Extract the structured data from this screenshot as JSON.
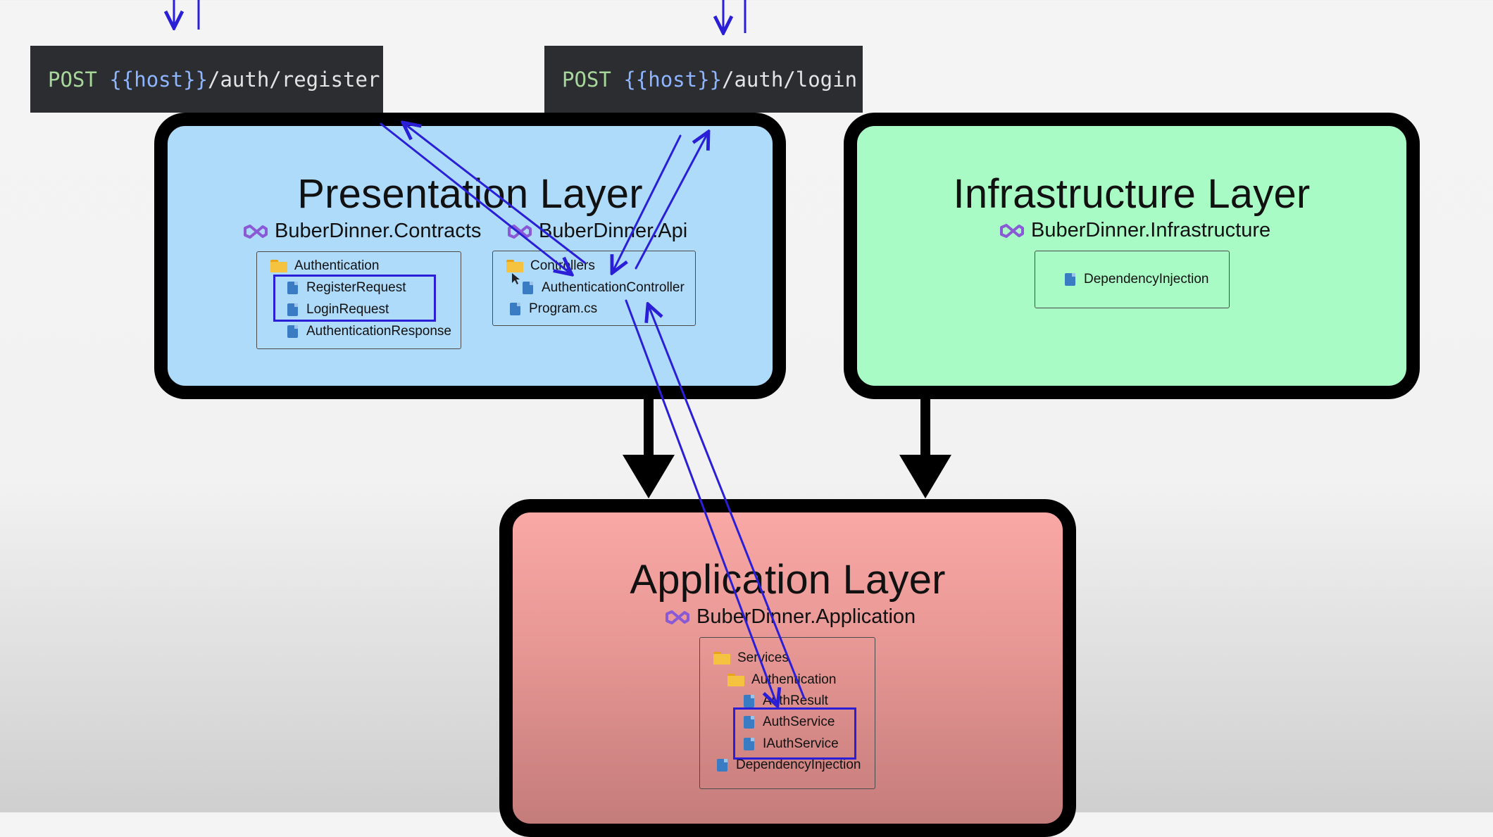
{
  "endpoints": {
    "register": {
      "verb": "POST",
      "host": "{{host}}",
      "path": "/auth/register"
    },
    "login": {
      "verb": "POST",
      "host": "{{host}}",
      "path": "/auth/login"
    }
  },
  "presentation": {
    "title": "Presentation Layer",
    "contracts": {
      "name": "BuberDinner.Contracts",
      "folder": "Authentication",
      "files": [
        "RegisterRequest",
        "LoginRequest",
        "AuthenticationResponse"
      ]
    },
    "api": {
      "name": "BuberDinner.Api",
      "folder": "Controllers",
      "controller": "AuthenticationController",
      "program": "Program.cs"
    }
  },
  "infrastructure": {
    "title": "Infrastructure Layer",
    "project": "BuberDinner.Infrastructure",
    "file": "DependencyInjection"
  },
  "application": {
    "title": "Application Layer",
    "project": "BuberDinner.Application",
    "folder": "Services",
    "subfolder": "Authentication",
    "files": [
      "AuthResult",
      "AuthService",
      "IAuthService"
    ],
    "di": "DependencyInjection"
  },
  "colors": {
    "presentation_fill": "#afdbfa",
    "infrastructure_fill": "#a9fbc6",
    "application_fill_top": "#f9a8a6",
    "application_fill_bottom": "#c47c7b",
    "flow_arrow": "#2a1fd6",
    "dependency_arrow": "#000000"
  },
  "icons": [
    "visual-studio-project-icon",
    "folder-icon",
    "csharp-file-icon"
  ]
}
